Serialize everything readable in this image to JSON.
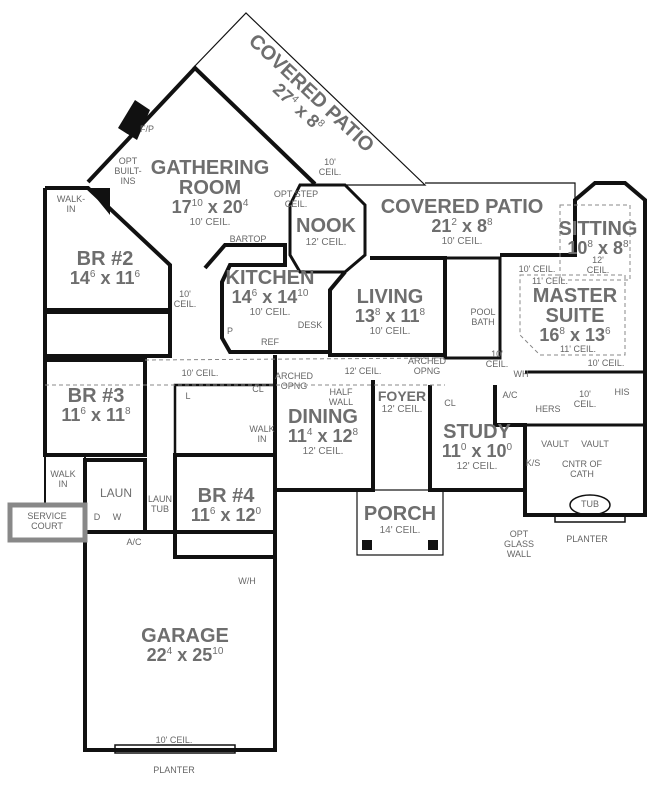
{
  "rooms": {
    "covered_patio_1": {
      "name": "COVERED PATIO",
      "w": "27",
      "wi": "4",
      "l": "8",
      "li": "8"
    },
    "gathering": {
      "name": "GATHERING",
      "name2": "ROOM",
      "w": "17",
      "wi": "10",
      "l": "20",
      "li": "4",
      "ceil": "10' CEIL."
    },
    "covered_patio_2": {
      "name": "COVERED PATIO",
      "w": "21",
      "wi": "2",
      "l": "8",
      "li": "8",
      "ceil": "10' CEIL."
    },
    "nook": {
      "name": "NOOK",
      "ceil": "12' CEIL."
    },
    "sitting": {
      "name": "SITTING",
      "w": "10",
      "wi": "8",
      "l": "8",
      "li": "8"
    },
    "master": {
      "name": "MASTER",
      "name2": "SUITE",
      "w": "16",
      "wi": "8",
      "l": "13",
      "li": "6"
    },
    "br2": {
      "name": "BR #2",
      "w": "14",
      "wi": "6",
      "l": "11",
      "li": "6"
    },
    "kitchen": {
      "name": "KITCHEN",
      "w": "14",
      "wi": "6",
      "l": "14",
      "li": "10",
      "ceil": "10' CEIL."
    },
    "living": {
      "name": "LIVING",
      "w": "13",
      "wi": "8",
      "l": "11",
      "li": "8",
      "ceil": "10' CEIL."
    },
    "br3": {
      "name": "BR #3",
      "w": "11",
      "wi": "6",
      "l": "11",
      "li": "8"
    },
    "dining": {
      "name": "DINING",
      "w": "11",
      "wi": "4",
      "l": "12",
      "li": "8",
      "ceil": "12' CEIL."
    },
    "foyer": {
      "name": "FOYER",
      "ceil": "12' CEIL."
    },
    "study": {
      "name": "STUDY",
      "w": "11",
      "wi": "0",
      "l": "10",
      "li": "0",
      "ceil": "12' CEIL."
    },
    "br4": {
      "name": "BR #4",
      "w": "11",
      "wi": "6",
      "l": "12",
      "li": "0"
    },
    "laun": {
      "name": "LAUN"
    },
    "porch": {
      "name": "PORCH",
      "ceil": "14' CEIL."
    },
    "garage": {
      "name": "GARAGE",
      "w": "22",
      "wi": "4",
      "l": "25",
      "li": "10"
    }
  },
  "notes": {
    "fp": "F/P",
    "opt_builtins": "OPT\nBUILT-\nINS",
    "walk_in": "WALK-\nIN",
    "opt_step": "OPT STEP\nCEIL.",
    "ceil10": "10'\nCEIL.",
    "ceil10_line": "10' CEIL.",
    "ceil12_line": "12' CEIL.",
    "ceil11": "11' CEIL.",
    "ceil12_stack": "12'\nCEIL.",
    "bartop": "BARTOP",
    "desk": "DESK",
    "pantry": "P",
    "ref": "REF",
    "linen": "L",
    "closet": "CL",
    "arched_opng": "ARCHED\nOPNG",
    "half_wall": "HALF\nWALL",
    "pool_bath": "POOL\nBATH",
    "wh": "WH",
    "ac": "A/C",
    "hers": "HERS",
    "his": "HIS",
    "vault": "VAULT",
    "cntr_cath": "CNTR OF\nCATH",
    "ks": "K/S",
    "tub": "TUB",
    "opt_glass_wall": "OPT\nGLASS\nWALL",
    "planter": "PLANTER",
    "laun_tub": "LAUN\nTUB",
    "dryer": "D",
    "washer": "W",
    "service_court": "SERVICE\nCOURT",
    "w_h": "W/H",
    "walk_in2": "WALK\nIN"
  }
}
